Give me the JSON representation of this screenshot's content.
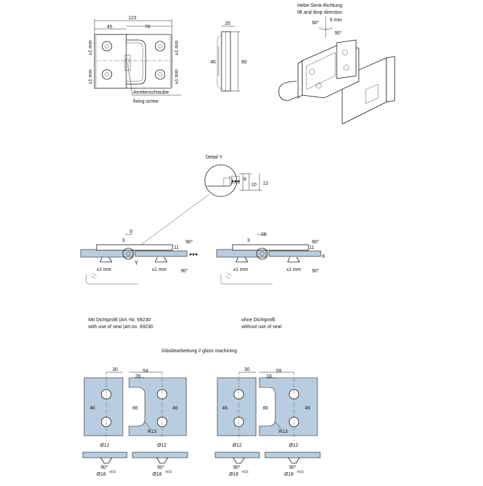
{
  "top_front": {
    "d123": "123",
    "d45": "45",
    "d76": "76",
    "tol_left_top": "±1 mm",
    "tol_left_bottom": "±1 mm",
    "tol_right_top": "±1 mm",
    "tol_right_bottom": "±1 mm",
    "screw_de": "Arretierschraube",
    "screw_en": "fixing screw"
  },
  "top_side": {
    "d20": "20",
    "d46": "46",
    "d80": "80"
  },
  "iso": {
    "title_de": "Hebe-Senk-Richtung",
    "title_en": "lift and drop direction",
    "a90a": "90°",
    "d5mm": "5 mm",
    "a90b": "90°"
  },
  "detail": {
    "title": "Detail Y",
    "d8": "8",
    "d10": "10",
    "d12": "12"
  },
  "section_left": {
    "d9": "9",
    "d3": "3",
    "d11": "11",
    "a90top": "90°",
    "a90bot": "90°",
    "tol1": "±1 mm",
    "tol2": "±1 mm",
    "y": "Y",
    "cap_de": "Mit Dichtprofil  (Art.-Nr. 69230",
    "cap_en": "with use of seal (art.no. 69230"
  },
  "section_right": {
    "d15": "15",
    "d3": "3",
    "d11": "11",
    "d8": "8",
    "a90top": "90°",
    "a90bot": "90°",
    "tol1": "±1 mm",
    "tol2": "±1 mm",
    "cap_de": "ohne Dichtprofil",
    "cap_en": "without use of seal"
  },
  "glass": {
    "title": "Glasbearbeitung // glass machining",
    "left": {
      "d30": "30",
      "d54": "54",
      "d28": "28",
      "d46a": "46",
      "d66": "66",
      "d46b": "46",
      "r13": "R13"
    },
    "right": {
      "d30": "30",
      "d59": "59",
      "d33": "33",
      "d46a": "46",
      "d66": "66",
      "d46b": "46",
      "r13": "R13"
    },
    "dia12": "Ø12",
    "dia18": "Ø18",
    "tolsup": "+0,5",
    "a90": "90°"
  }
}
